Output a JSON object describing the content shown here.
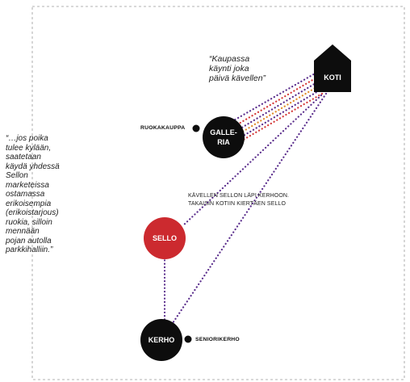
{
  "nodes": {
    "koti": {
      "label": "KOTI"
    },
    "galleria": {
      "label_line1": "GALLE-",
      "label_line2": "RIA"
    },
    "sello": {
      "label": "SELLO"
    },
    "kerho": {
      "label": "KERHO"
    }
  },
  "side_labels": {
    "ruokakauppa": "RUOKAKAUPPA",
    "seniorikerho": "SENIORIKERHO"
  },
  "quote_top": {
    "lines": [
      "“Kaupassa",
      "käynti joka",
      "päivä kävellen”"
    ]
  },
  "quote_side": {
    "lines": [
      "“…jos poika",
      "tulee kylään,",
      "saatetaan",
      "käydä yhdessä",
      "Sellon",
      "marketeissa",
      "ostamassa",
      "erikoisempia",
      "(erikoistarjous)",
      "ruokia, silloin",
      "mennään",
      "pojan autolla",
      "parkkihalliin.”"
    ]
  },
  "route_note": {
    "lines": [
      "KÄVELLEN SELLON LÄPI KERHOON.",
      "TAKAISIN KOTIIN KIERTÄEN SELLO"
    ]
  },
  "colors": {
    "route_purple": "#5a2d8c",
    "route_orange": "#e08a2a",
    "route_red": "#d43a3a",
    "sello_red": "#cc2a2f",
    "node_black": "#0d0d0d",
    "frame_gray": "#9a9a9a"
  }
}
